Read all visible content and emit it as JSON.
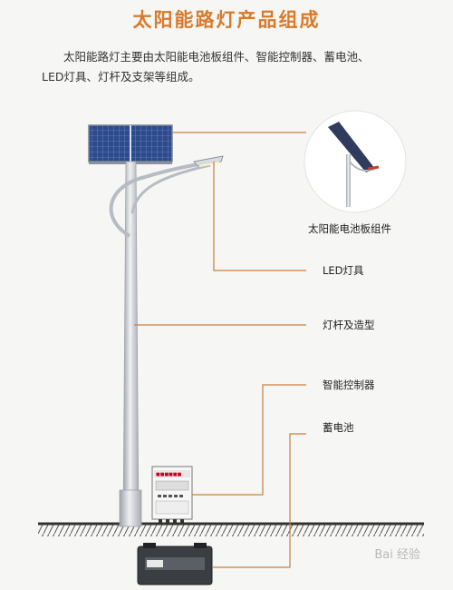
{
  "title": "太阳能路灯产品组成",
  "intro": {
    "line1": "太阳能路灯主要由太阳能电池板组件、智能控制器、蓄电池、",
    "line2": "LED灯具、灯杆及支架等组成。"
  },
  "labels": {
    "solar_panel": "太阳能电池板组件",
    "led": "LED灯具",
    "pole": "灯杆及造型",
    "controller": "智能控制器",
    "battery": "蓄电池"
  },
  "watermark": "Bai 经验",
  "colors": {
    "title": "#d87a2a",
    "leader": "#c9803d",
    "panel": "#2c4a8c",
    "pole": "#c8cbd0",
    "ground": "#333333"
  }
}
